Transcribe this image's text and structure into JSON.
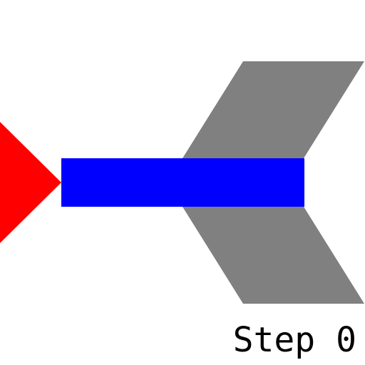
{
  "hud": {
    "step_label": "Step 0"
  },
  "colors": {
    "background": "#ffffff",
    "player": "#ff0000",
    "beam": "#0000ff",
    "obstacle": "#808080",
    "text": "#000000"
  },
  "shapes": {
    "player": "red-triangle",
    "beam": "blue-rectangle",
    "obstacle": "gray-chevron"
  }
}
